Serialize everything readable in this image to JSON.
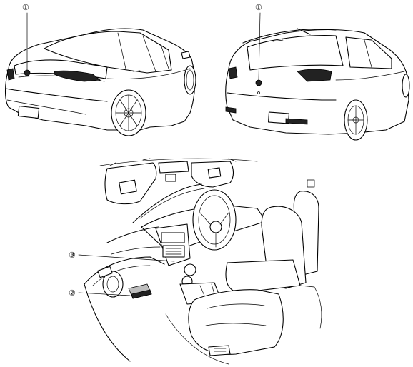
{
  "callouts": [
    {
      "id": "callout-1-sedan",
      "label": "1"
    },
    {
      "id": "callout-1-hatchback",
      "label": "1"
    },
    {
      "id": "callout-3-interior",
      "label": "3"
    },
    {
      "id": "callout-2-interior",
      "label": "2"
    }
  ],
  "labels": {
    "c1a": "①",
    "c1b": "①",
    "c3": "③",
    "c2": "②"
  }
}
